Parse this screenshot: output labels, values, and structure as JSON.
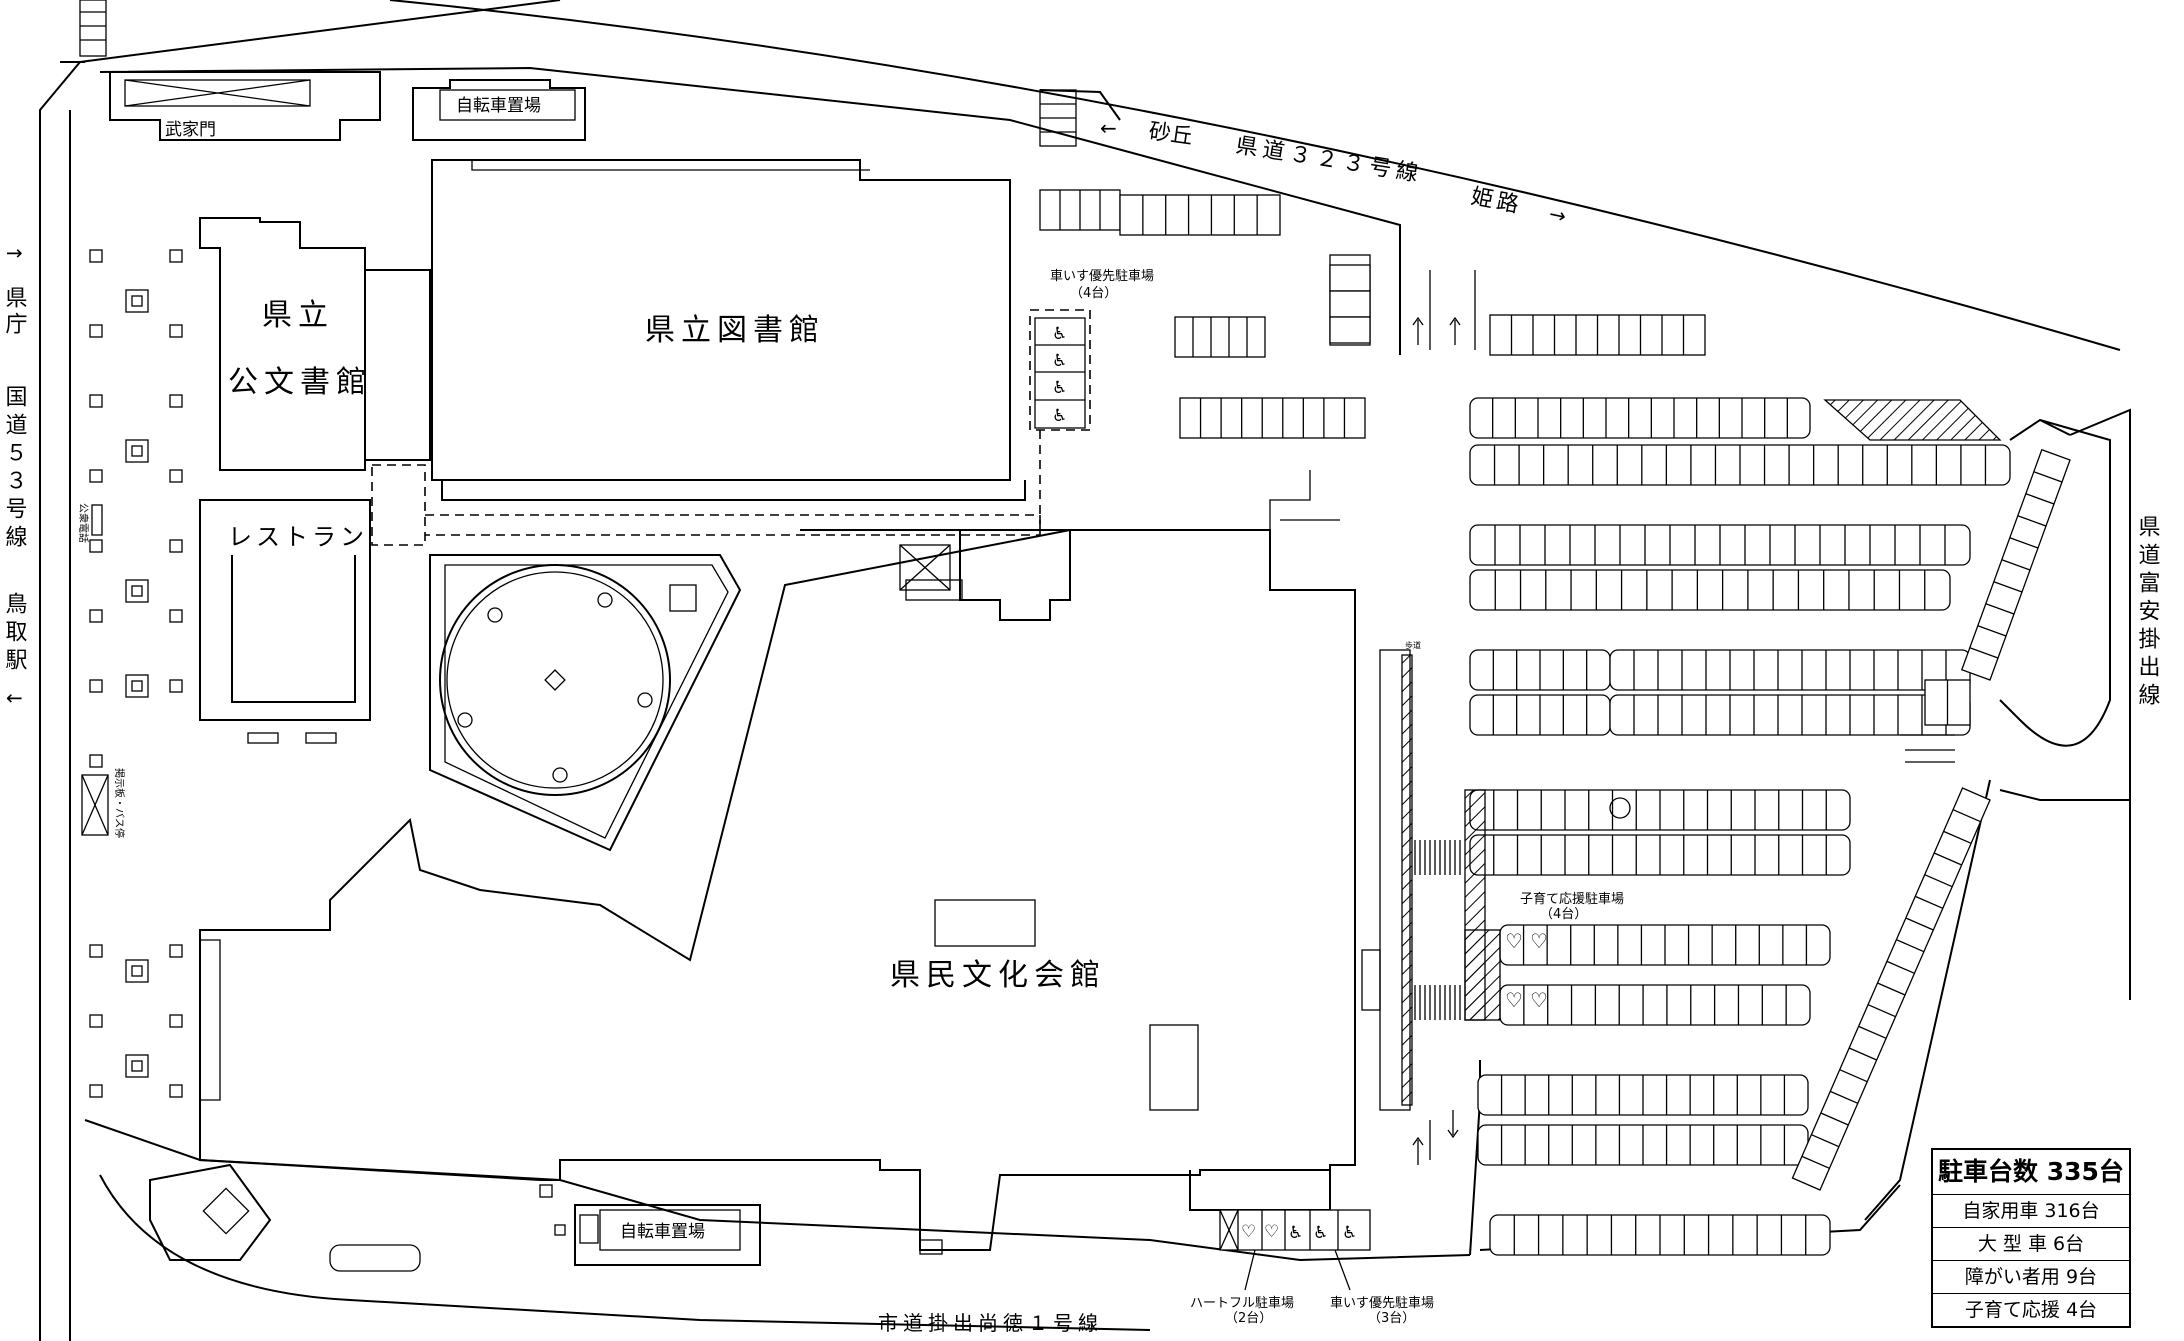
{
  "labels": {
    "library": "県立図書館",
    "archives_line1": "県立",
    "archives_line2": "公文書館",
    "restaurant": "レストラン",
    "cultural_hall": "県民文化会館",
    "bukemon": "武家門",
    "bicycle_parking_top": "自転車置場",
    "bicycle_parking_bottom": "自転車置場",
    "public_phone": "公衆電話",
    "notice_board_bus_stop": "掲示板・バス停",
    "sidewalk": "歩道",
    "wheelchair_top_title": "車いす優先駐車場",
    "wheelchair_top_count": "（4台）",
    "childcare_title": "子育て応援駐車場",
    "childcare_count": "（4台）",
    "heartful_title": "ハートフル駐車場",
    "heartful_count": "（2台）",
    "wheelchair_bottom_title": "車いす優先駐車場",
    "wheelchair_bottom_count": "（3台）"
  },
  "roads": {
    "top_arrow_left": "←",
    "top_sakyu": "砂丘",
    "top_road": "県道３２３号線",
    "top_himeji": "姫路",
    "top_arrow_right": "→",
    "left_arrow_up": "↑",
    "left_kencho": "県庁",
    "left_road": "国道５３号線",
    "left_tottori": "鳥取駅",
    "left_arrow_down": "↓",
    "right_road": "県道富安掛出線",
    "bottom_road": "市道掛出尚徳１号線"
  },
  "legend": {
    "title": "駐車台数 335台",
    "rows": [
      "自家用車 316台",
      "大 型 車 6台",
      "障がい者用 9台",
      "子育て応援 4台"
    ]
  },
  "icons": {
    "wheelchair": "♿",
    "heart": "♡"
  }
}
